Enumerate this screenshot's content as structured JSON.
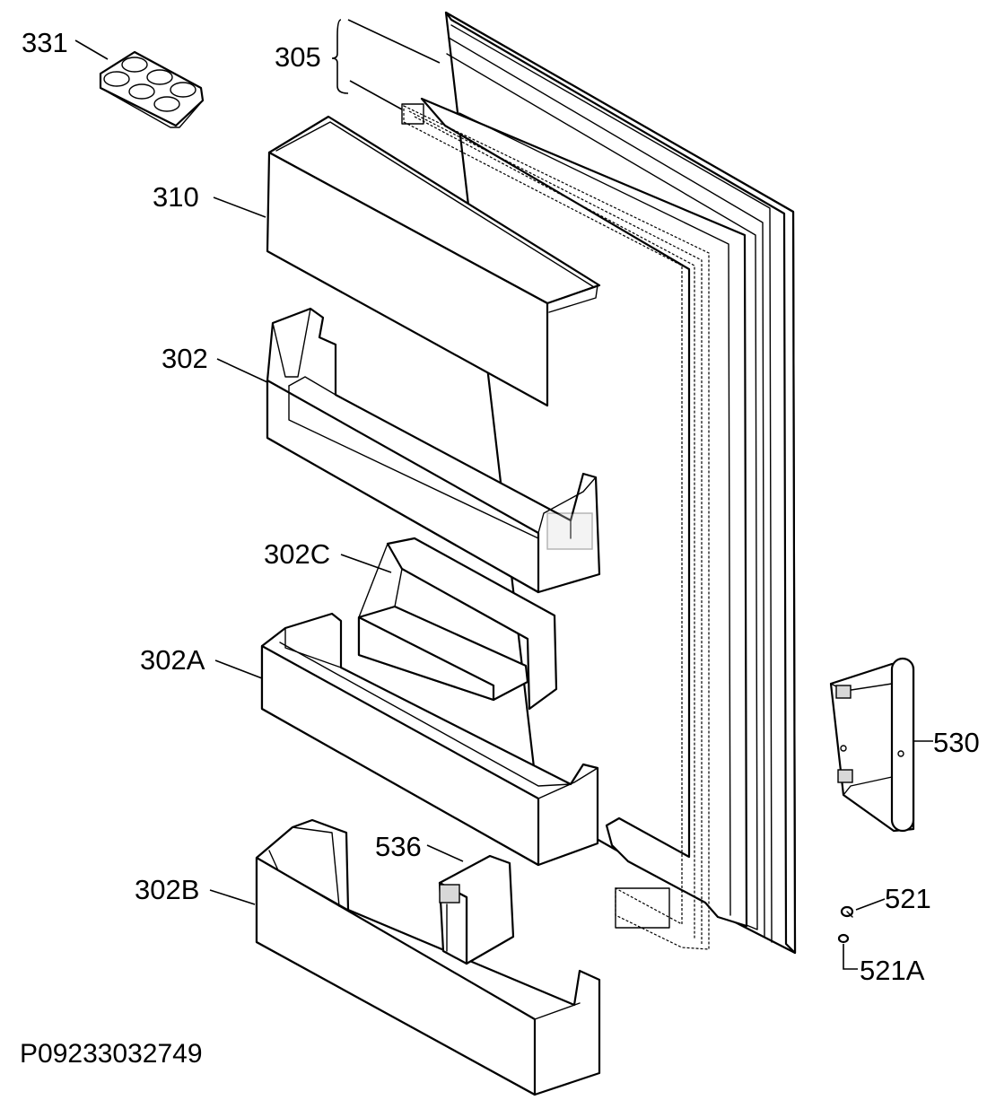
{
  "diagram": {
    "labels": {
      "p331": "331",
      "p305": "305",
      "p310": "310",
      "p302": "302",
      "p302c": "302C",
      "p302a": "302A",
      "p302b": "302B",
      "p536": "536",
      "p530": "530",
      "p521": "521",
      "p521a": "521A"
    },
    "drawing_code": "P09233032749"
  }
}
